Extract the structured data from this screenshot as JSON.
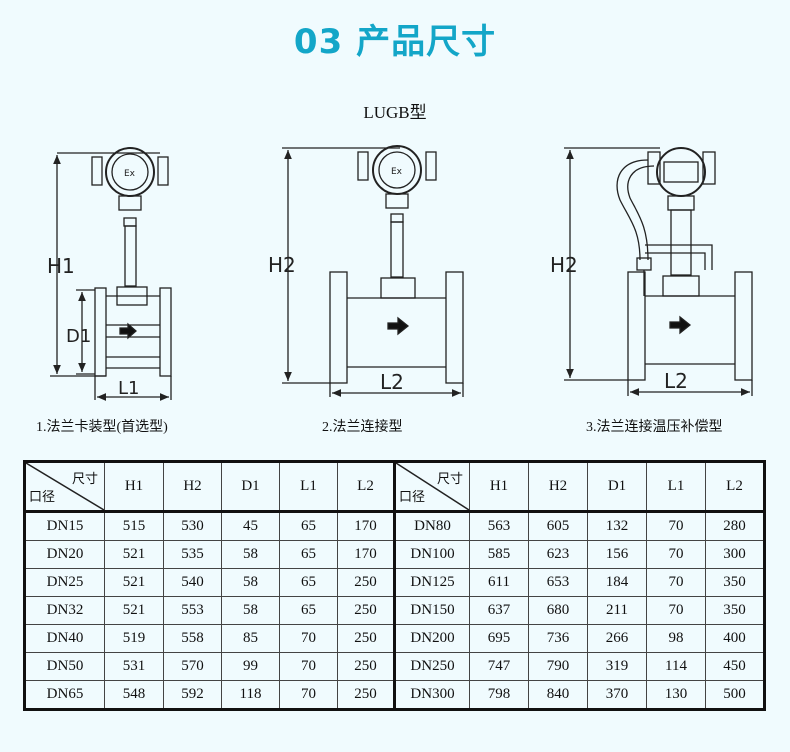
{
  "header": {
    "title": "03 产品尺寸",
    "subtitle": "LUGB型"
  },
  "drawings": [
    {
      "caption": "1.法兰卡装型(首选型)",
      "height_label": "H1",
      "dia_label": "D1",
      "len_label": "L1",
      "head_label": "Ex"
    },
    {
      "caption": "2.法兰连接型",
      "height_label": "H2",
      "len_label": "L2",
      "head_label": "Ex"
    },
    {
      "caption": "3.法兰连接温压补偿型",
      "height_label": "H2",
      "len_label": "L2"
    }
  ],
  "table": {
    "corner_top": "尺寸",
    "corner_bottom": "口径",
    "columns": [
      "H1",
      "H2",
      "D1",
      "L1",
      "L2"
    ],
    "left_rows": [
      [
        "DN15",
        "515",
        "530",
        "45",
        "65",
        "170"
      ],
      [
        "DN20",
        "521",
        "535",
        "58",
        "65",
        "170"
      ],
      [
        "DN25",
        "521",
        "540",
        "58",
        "65",
        "250"
      ],
      [
        "DN32",
        "521",
        "553",
        "58",
        "65",
        "250"
      ],
      [
        "DN40",
        "519",
        "558",
        "85",
        "70",
        "250"
      ],
      [
        "DN50",
        "531",
        "570",
        "99",
        "70",
        "250"
      ],
      [
        "DN65",
        "548",
        "592",
        "118",
        "70",
        "250"
      ]
    ],
    "right_rows": [
      [
        "DN80",
        "563",
        "605",
        "132",
        "70",
        "280"
      ],
      [
        "DN100",
        "585",
        "623",
        "156",
        "70",
        "300"
      ],
      [
        "DN125",
        "611",
        "653",
        "184",
        "70",
        "350"
      ],
      [
        "DN150",
        "637",
        "680",
        "211",
        "70",
        "350"
      ],
      [
        "DN200",
        "695",
        "736",
        "266",
        "98",
        "400"
      ],
      [
        "DN250",
        "747",
        "790",
        "319",
        "114",
        "450"
      ],
      [
        "DN300",
        "798",
        "840",
        "370",
        "130",
        "500"
      ]
    ]
  },
  "colors": {
    "title": "#13a6c8",
    "background": "#f0fbfe"
  }
}
